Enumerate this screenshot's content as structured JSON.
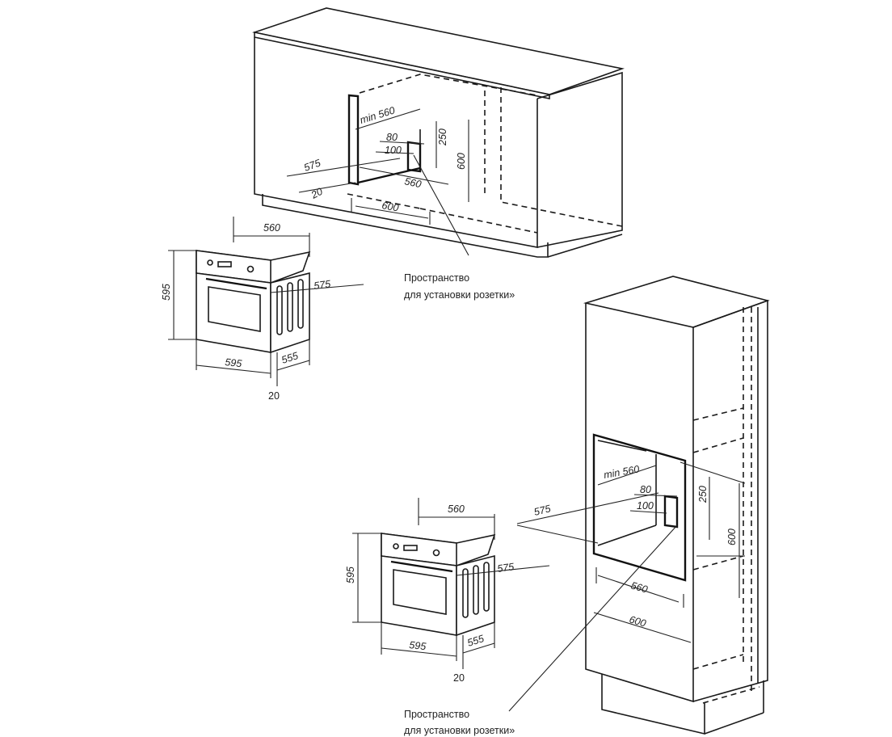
{
  "top_installation": {
    "dims": {
      "min_width": "min 560",
      "gap_80": "80",
      "socket_100": "100",
      "socket_250": "250",
      "height_600": "600",
      "depth_575": "575",
      "offset_20": "20",
      "width_560": "560",
      "width_600": "600"
    },
    "note_line1": "Пространство",
    "note_line2": "для установки розетки»"
  },
  "oven_top": {
    "dims": {
      "top_560": "560",
      "height_595": "595",
      "depth_575": "575",
      "width_595": "595",
      "depth_555": "555",
      "offset_20": "20"
    }
  },
  "oven_bottom": {
    "dims": {
      "top_560": "560",
      "height_595": "595",
      "depth_575": "575",
      "width_595": "595",
      "depth_555": "555",
      "offset_20": "20"
    }
  },
  "column_installation": {
    "dims": {
      "min_width": "min 560",
      "gap_80": "80",
      "socket_100": "100",
      "socket_250": "250",
      "height_600": "600",
      "depth_575": "575",
      "width_560": "560",
      "width_600": "600"
    },
    "note_line1": "Пространство",
    "note_line2": "для установки розетки»"
  }
}
